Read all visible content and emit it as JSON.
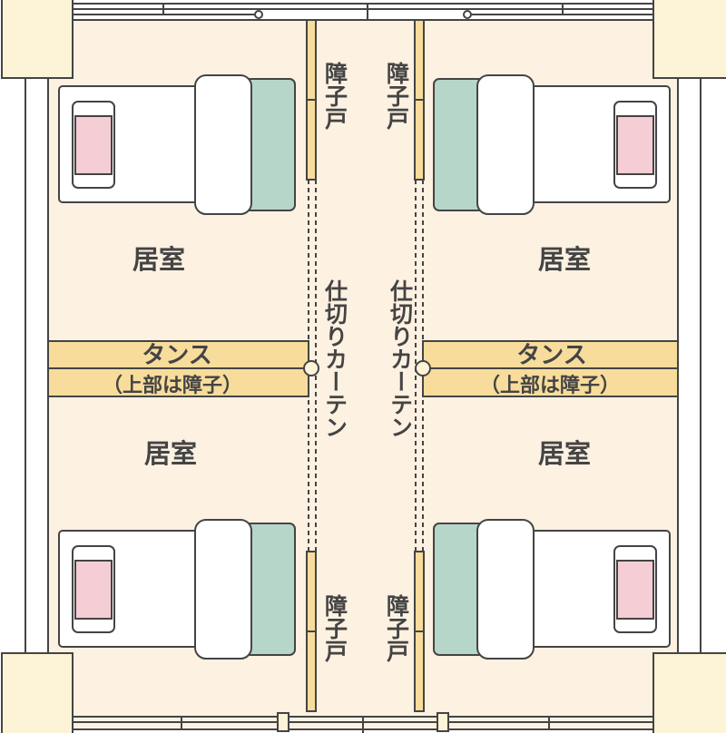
{
  "labels": {
    "room": "居室",
    "tansu": "タンス",
    "tansu_note": "（上部は障子）",
    "shoji_door": "障子戸",
    "partition_curtain": "仕切りカーテン"
  },
  "colors": {
    "floor": "#fdf1e1",
    "wall_outline": "#444444",
    "pillar": "#fdf3d6",
    "tansu": "#f7dc9c",
    "duvet": "#b7d6ca",
    "pillow": "#f5cdd4",
    "bed": "#ffffff",
    "text": "#444444"
  },
  "icons": [
    "bed-icon",
    "pillow-icon",
    "curtain-ring-icon",
    "window-icon"
  ]
}
